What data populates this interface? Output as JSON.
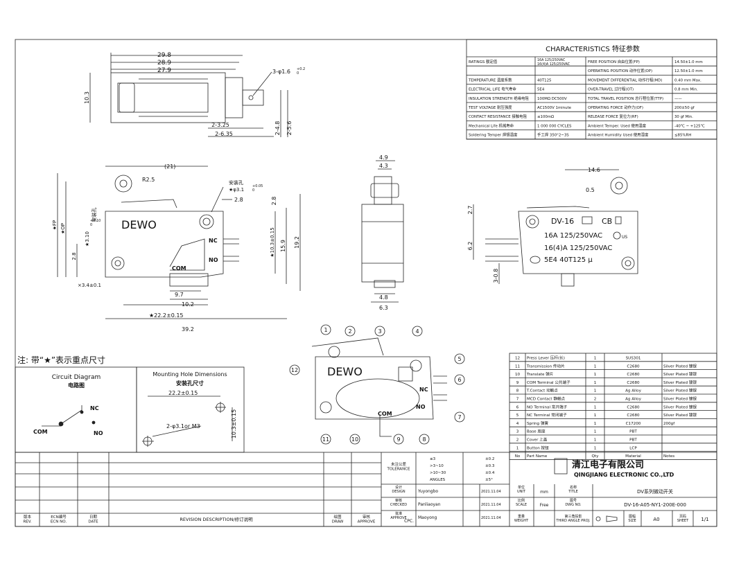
{
  "characteristics": {
    "title": "CHARACTERISTICS 特征参数",
    "rows": [
      [
        "RATINGS 额定值",
        "16A 125/250VAC\n16(4)A 125/250VAC",
        "FREE POSITION 自由位置(FP)",
        "14.50±1.0 mm"
      ],
      [
        "",
        "",
        "OPERATING POSITION 动作位置(OP)",
        "12.50±1.0 mm"
      ],
      [
        "TEMPERATURE 温度系数",
        "40T125",
        "MOVEMENT DIFFERENTIAL 动作行程(MD)",
        "0.40 mm Max."
      ],
      [
        "ELECTRICAL LIFE 电气寿命",
        "5E4",
        "OVER-TRAVEL 过行程(OT)",
        "0.8 mm Min."
      ],
      [
        "INSULATION STRENGTH 绝缘电阻",
        "100MΩ DC500V",
        "TOTAL TRAVEL POSITION 总行程位置(TTP)",
        "——"
      ],
      [
        "TEST VOLTAGE 耐压强度",
        "AC1500V 1minute",
        "OPERATING FORCE 动作力(OF)",
        "200±50 gf"
      ],
      [
        "CONTACT RESISTANCE 接触电阻",
        "≤100mΩ",
        "RELEASE FORCE 复位力(RF)",
        "30 gf Min."
      ],
      [
        "Mechanical Life 机械寿命",
        "1 000 000 CYCLES",
        "Ambient Temper. Used 使用温度",
        "-40℃ ~ +125℃"
      ],
      [
        "Soldering Temper 焊锡温度",
        "手工焊 350°2~3S",
        "Ambient Humidity Used 使用湿度",
        "≤85%RH"
      ]
    ]
  },
  "top_view": {
    "dims": [
      "29.8",
      "28.9",
      "27.9",
      "10.3",
      "3-φ1.6",
      "+0.2",
      "0",
      "2-3.25",
      "2-6.35",
      "2-4.8",
      "2-5.6"
    ]
  },
  "front_view": {
    "brand": "DEWO",
    "dims": [
      "(21)",
      "R2.5",
      "安装孔",
      "★φ3.1",
      "+0.05",
      "0",
      "2.8",
      "2.8",
      "★FP",
      "★OP",
      "★3.10",
      "+0.10",
      "0",
      "安装孔",
      "★10.3±0.15",
      "15.9",
      "19.2",
      "2.8",
      "×3.4±0.1",
      "9.7",
      "10.2",
      "★22.2±0.15",
      "39.2"
    ],
    "terminals": [
      "NC",
      "NO",
      "COM"
    ]
  },
  "side_view": {
    "dims": [
      "4.9",
      "4.3",
      "4.8",
      "6.3"
    ]
  },
  "right_view": {
    "dims": [
      "14.6",
      "0.5",
      "2.7",
      "6.2",
      "3-0.8"
    ],
    "model": "DV-16",
    "cb": "CB",
    "rating1": "16A 125/250VAC",
    "rating2": "16(4)A 125/250VAC",
    "rating3": "5E4  40T125 μ",
    "us": "US"
  },
  "note": "注: 带“★”表示重点尺寸",
  "circuit": {
    "title_en": "Circuit Diagram",
    "title_cn": "电路图",
    "nc": "NC",
    "no": "NO",
    "com": "COM"
  },
  "mounting": {
    "title_en": "Mounting Hole Dimensions",
    "title_cn": "安装孔尺寸",
    "dim_w": "22.2±0.15",
    "dim_h": "10.3±0.15",
    "holes": "2-φ3.1or M3"
  },
  "exploded": {
    "brand": "DEWO",
    "labels": [
      "1",
      "2",
      "3",
      "4",
      "5",
      "6",
      "7",
      "8",
      "9",
      "10",
      "11",
      "12"
    ],
    "terminals": [
      "NC",
      "NO",
      "COM"
    ]
  },
  "bom": [
    [
      "12",
      "Press Lever 压杆(长)",
      "1",
      "SUS301",
      ""
    ],
    [
      "11",
      "Transmission 传动片",
      "1",
      "C2680",
      "Silver Plated 镀银"
    ],
    [
      "10",
      "Translate 弹片",
      "1",
      "C2680",
      "Silver Plated 镀银"
    ],
    [
      "9",
      "COM Terminal 公共端子",
      "1",
      "C2680",
      "Silver Plated 镀银"
    ],
    [
      "8",
      "T.Contact 动触点",
      "1",
      "Ag Alloy",
      "Silver Plated 镀银"
    ],
    [
      "7",
      "MCD Contact 静触点",
      "2",
      "Ag Alloy",
      "Silver Plated 镀银"
    ],
    [
      "6",
      "NO Terminal 常开端子",
      "1",
      "C2680",
      "Silver Plated 镀银"
    ],
    [
      "5",
      "NC Terminal 常闭端子",
      "1",
      "C2680",
      "Silver Plated 镀银"
    ],
    [
      "4",
      "Spring 弹簧",
      "1",
      "C17200",
      "200gf"
    ],
    [
      "3",
      "Base 底座",
      "1",
      "PBT",
      ""
    ],
    [
      "2",
      "Cover 上盖",
      "1",
      "PBT",
      ""
    ],
    [
      "1",
      "Button 按钮",
      "1",
      "LCP",
      ""
    ],
    [
      "No",
      "Part Name",
      "Qty",
      "Material",
      "Notes"
    ]
  ],
  "title_block": {
    "company_cn": "清江电子有限公司",
    "company_en": "QINGJIANG ELECTRONIC CO.,LTD",
    "tolerance_label": "未注公差\nTOLERANCE",
    "tolerances": [
      [
        "≤3",
        "±0.2"
      ],
      [
        ">3~10",
        "±0.3"
      ],
      [
        ">10~30",
        "±0.4"
      ],
      [
        "ANGLES",
        "±5°"
      ]
    ],
    "design_label": "设计\nDESIGN",
    "design_name": "Yuyongbo",
    "design_date": "2021.11.04",
    "check_label": "审核\nCHECKED",
    "check_name": "Panliaoyan",
    "check_date": "2021.11.04",
    "approve_label": "批准\nAPPROVE",
    "approve_name": "Maoyong",
    "approve_date": "2021.11.04",
    "date_label": "日期\nDATE",
    "unit_label": "单位\nUNIT",
    "unit": "mm",
    "scale_label": "比例\nSCALE",
    "scale": "Free",
    "title_label": "名称\nTITLE",
    "title": "DV系列微动开关",
    "dwg_label": "图号\nDWG NO.",
    "dwg_no": "DV-16-A05-NY1-200E-000",
    "weight_label": "重量\nWEIGHT",
    "projection_label": "第三角投影\nTHIRD ANGLE PROJ.",
    "size_label": "图幅\nSIZE",
    "size": "A0",
    "sheet_label": "页码\nSHEET",
    "sheet": "1/1",
    "cpc": "CPC.",
    "rev_cols": [
      "版本\nREV.",
      "ECN编号\nECN NO.",
      "日期\nDATE",
      "REVISION DESCRIPTION/修订说明",
      "绘图\nDRAW",
      "审核\nAPPROVE"
    ]
  }
}
